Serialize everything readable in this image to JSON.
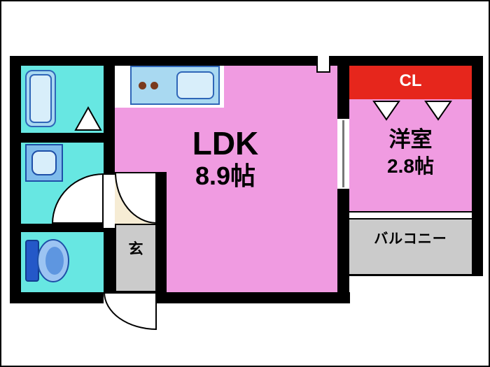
{
  "floorplan": {
    "rooms": {
      "ldk": {
        "label": "LDK",
        "size": "8.9帖"
      },
      "western_room": {
        "label": "洋室",
        "size": "2.8帖"
      },
      "closet": {
        "label": "CL"
      },
      "balcony": {
        "label": "バルコニー"
      },
      "entrance": {
        "label": "玄"
      }
    }
  },
  "colors": {
    "room-pink": "#F09BE1",
    "wet-cyan": "#67E7E2",
    "closet-red": "#E6261C",
    "area-gray": "#CBCBCB",
    "hall-beige": "#F6ECD4",
    "counter-blue": "#A9D9F1",
    "fixture-light": "#D8EEFA",
    "fixture-border": "#2F66B8",
    "wall": "#000000"
  }
}
